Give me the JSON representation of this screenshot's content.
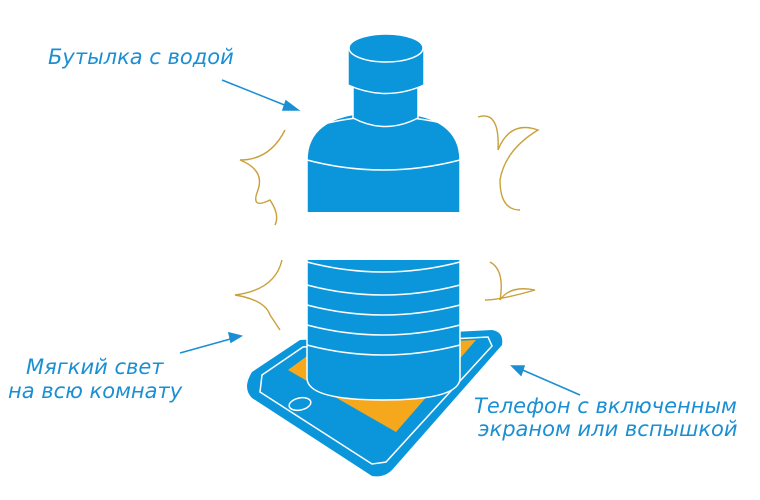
{
  "labels": {
    "bottle": "Бутылка с водой",
    "light_line1": "Мягкий свет",
    "light_line2": "на всю комнату",
    "phone_line1": "Телефон с включенным",
    "phone_line2": "экраном или вспышкой"
  },
  "colors": {
    "blue": "#0b96db",
    "text": "#1a8fd3",
    "screen": "#f6a81d",
    "glow": "#c9a03a"
  }
}
